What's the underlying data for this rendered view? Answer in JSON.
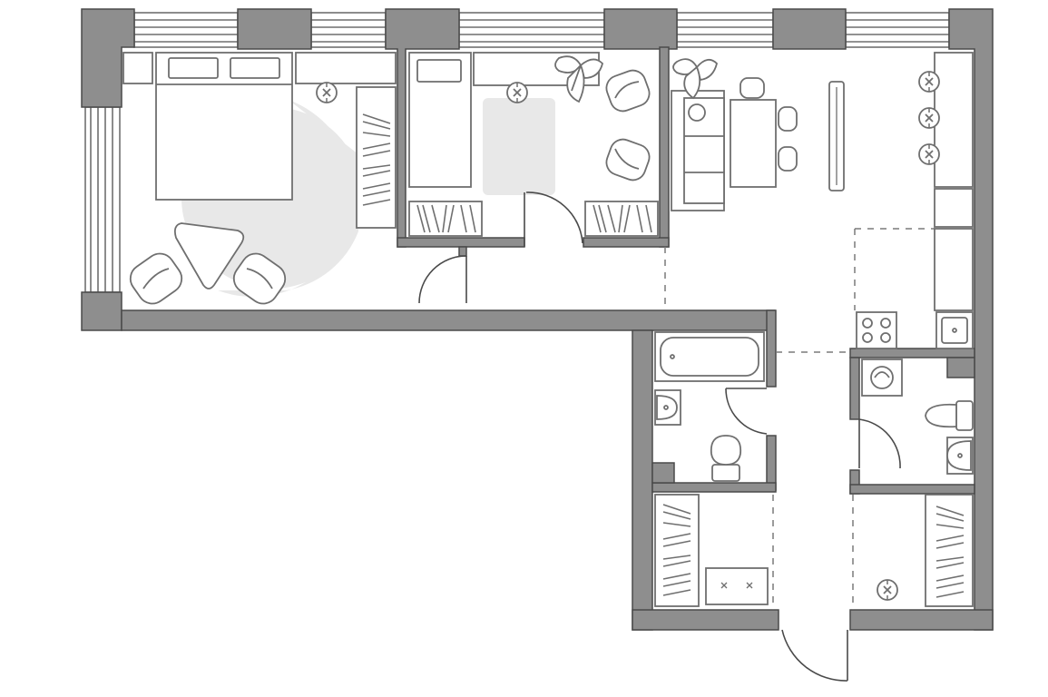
{
  "plan": {
    "kind": "apartment floor plan",
    "colors": {
      "wall_fill": "#8e8e8e",
      "wall_stroke": "#4a4a4a",
      "furniture_stroke": "#6f6f6f",
      "rug_fill": "#e8e8e8",
      "background": "#ffffff"
    },
    "rooms": [
      "bedroom",
      "children-room",
      "kitchen-living-room",
      "bathroom",
      "wc-laundry",
      "hallway",
      "entrance-closet"
    ],
    "icons": [
      "plant-icon",
      "ceiling-lamp-icon",
      "stove-icon",
      "sink-icon",
      "toilet-icon",
      "washbasin-icon",
      "bathtub-icon",
      "washing-machine-icon",
      "armchair-icon",
      "door-swing-icon"
    ]
  }
}
